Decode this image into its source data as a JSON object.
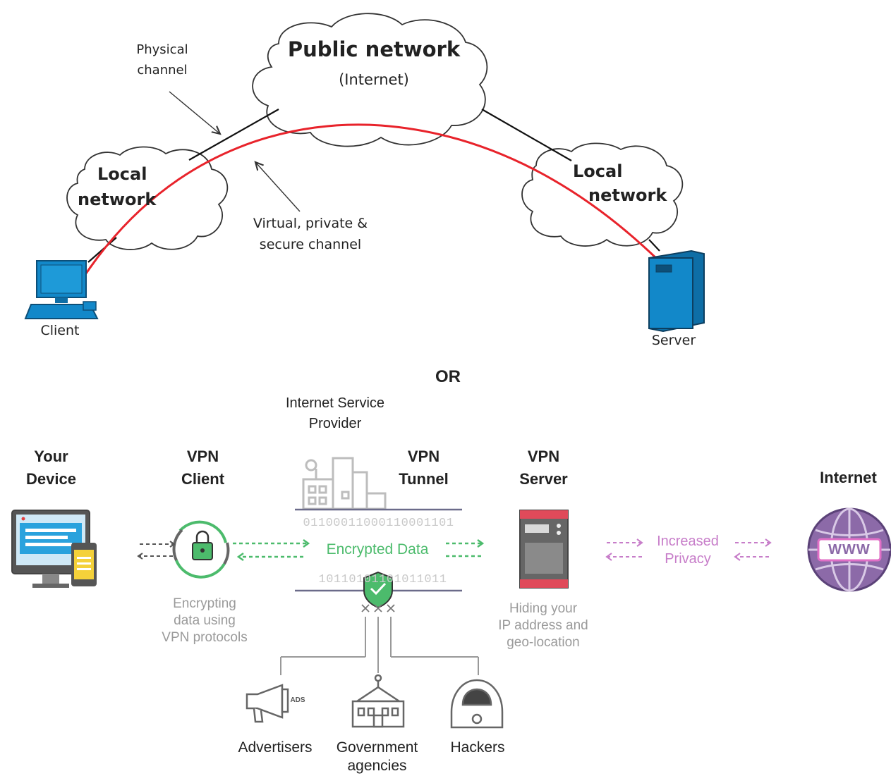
{
  "top": {
    "public_network": "Public network",
    "internet_paren": "(Internet)",
    "physical_channel": [
      "Physical",
      "channel"
    ],
    "local_network_left": [
      "Local",
      "network"
    ],
    "local_network_right": [
      "Local",
      "network"
    ],
    "virtual_channel": [
      "Virtual, private &",
      "secure channel"
    ],
    "client": "Client",
    "server": "Server"
  },
  "separator": "OR",
  "bottom": {
    "isp": [
      "Internet Service",
      "Provider"
    ],
    "your_device": [
      "Your",
      "Device"
    ],
    "vpn_client": [
      "VPN",
      "Client"
    ],
    "vpn_tunnel": [
      "VPN",
      "Tunnel"
    ],
    "vpn_server": [
      "VPN",
      "Server"
    ],
    "internet": "Internet",
    "encrypted_data": "Encrypted Data",
    "increased_privacy": [
      "Increased",
      "Privacy"
    ],
    "encrypting_desc": [
      "Encrypting",
      "data using",
      "VPN protocols"
    ],
    "hiding_desc": [
      "Hiding your",
      "IP address and",
      "geo-location"
    ],
    "binary_top": "01100011000110001101",
    "binary_bottom": "10110101101011011",
    "www": "WWW",
    "ads": "ADS",
    "advertisers": "Advertisers",
    "government": [
      "Government",
      "agencies"
    ],
    "hackers": "Hackers"
  },
  "colors": {
    "tunnel_red": "#e8232b",
    "device_blue": "#1288c9",
    "green": "#4cbb6c",
    "purple": "#c77dc9",
    "globe": "#8c6aa8"
  }
}
